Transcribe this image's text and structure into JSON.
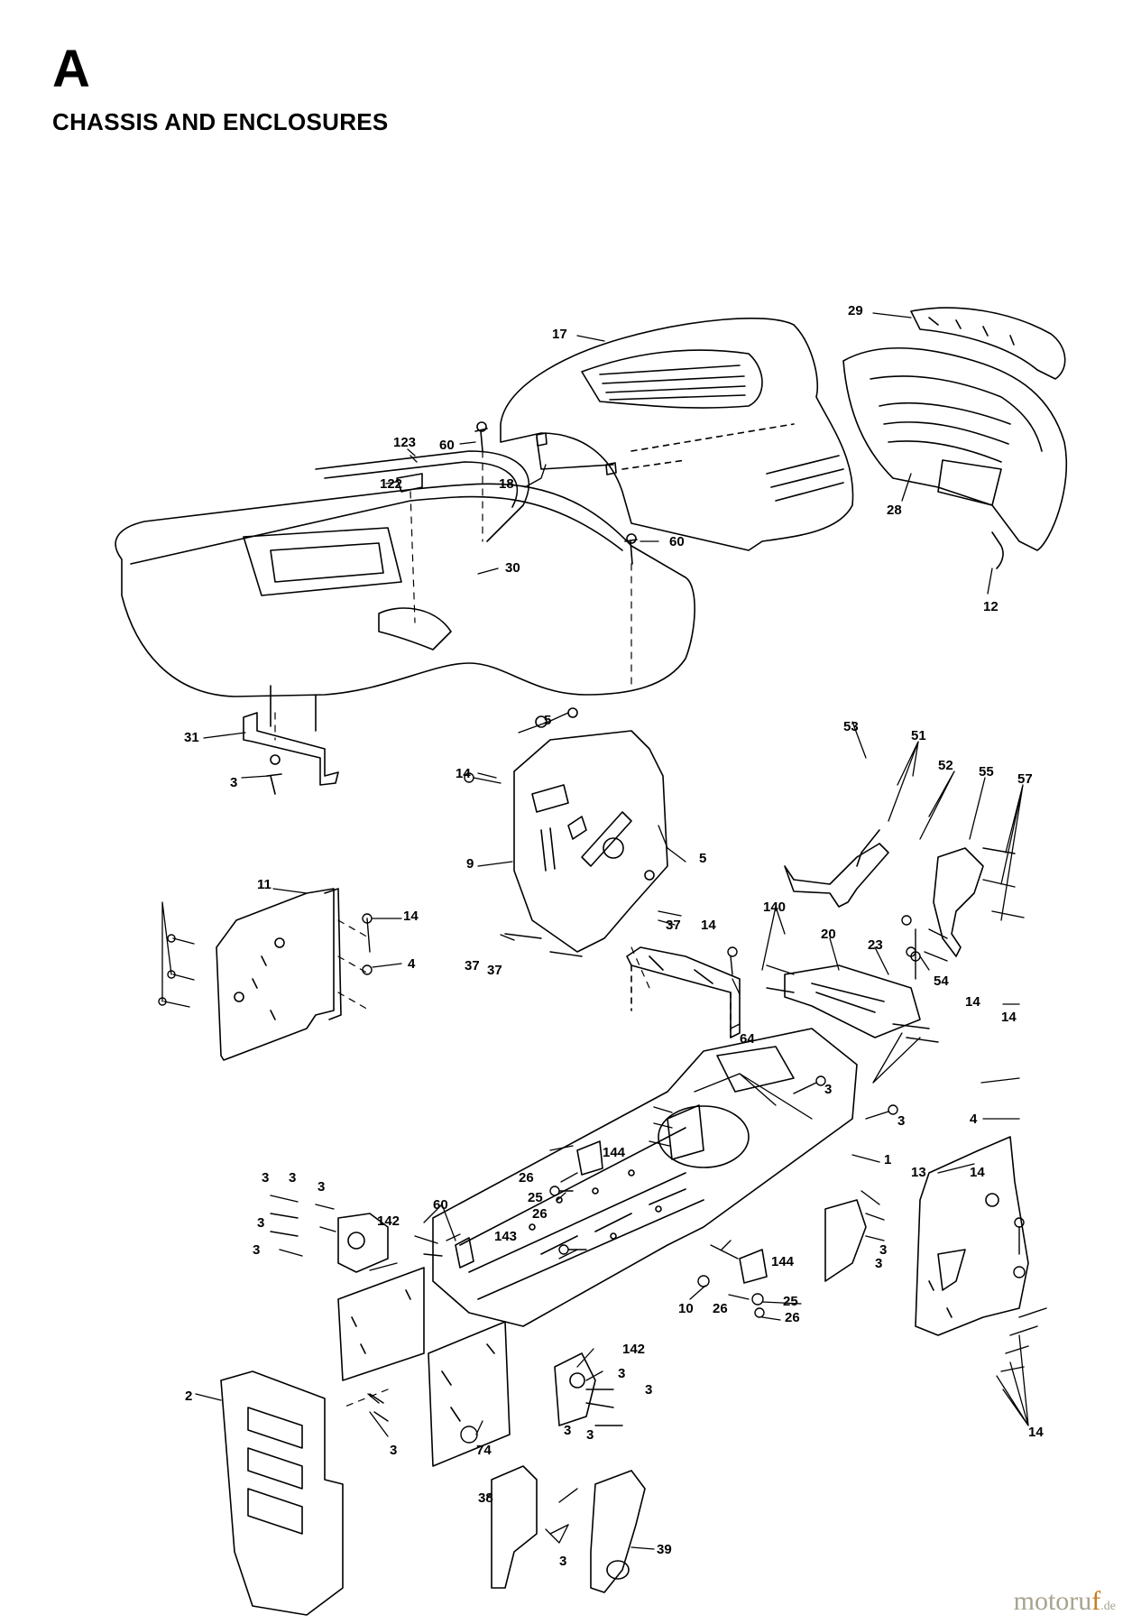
{
  "header": {
    "section_letter": "A",
    "title": "CHASSIS AND ENCLOSURES"
  },
  "watermark": {
    "main": "motoru",
    "accent": "f",
    "tld": ".de"
  },
  "part_labels": [
    "29",
    "17",
    "123",
    "60",
    "122",
    "18",
    "28",
    "30",
    "60",
    "12",
    "31",
    "3",
    "53",
    "51",
    "52",
    "55",
    "57",
    "5",
    "5",
    "14",
    "9",
    "14",
    "4",
    "11",
    "37",
    "14",
    "37",
    "20",
    "23",
    "54",
    "64",
    "14",
    "140",
    "3",
    "3",
    "144",
    "1",
    "14",
    "4",
    "13",
    "26",
    "25",
    "26",
    "3",
    "3",
    "60",
    "142",
    "143",
    "3",
    "3",
    "3",
    "144",
    "10",
    "26",
    "25",
    "26",
    "3",
    "3",
    "142",
    "3",
    "3",
    "3",
    "3",
    "74",
    "2",
    "3",
    "38",
    "39",
    "3",
    "14",
    "14",
    "37"
  ],
  "colors": {
    "ink": "#000000",
    "paper": "#ffffff",
    "watermark_main": "#a7a38f",
    "watermark_accent": "#c77a1f"
  }
}
